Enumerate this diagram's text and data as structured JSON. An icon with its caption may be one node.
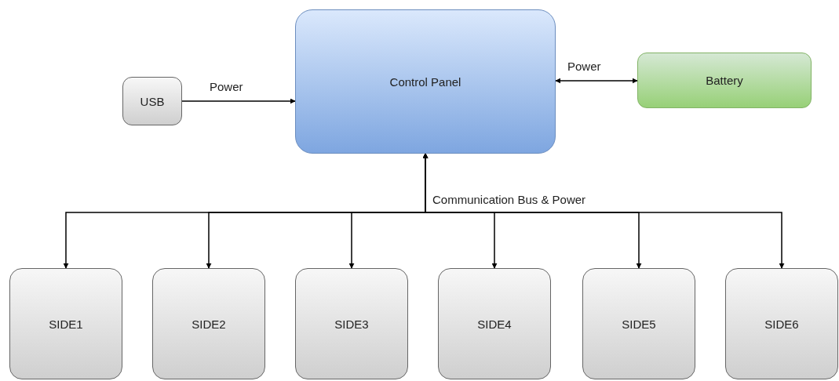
{
  "diagram": {
    "nodes": [
      {
        "text": [
          "USB"
        ]
      },
      {
        "text": [
          "Control Panel"
        ]
      },
      {
        "text": [
          "Battery"
        ]
      },
      {
        "text": [
          "SIDE1"
        ]
      },
      {
        "text": [
          "SIDE2"
        ]
      },
      {
        "text": [
          "SIDE3"
        ]
      },
      {
        "text": [
          "SIDE4"
        ]
      },
      {
        "text": [
          "SIDE5"
        ]
      },
      {
        "text": [
          "SIDE6"
        ]
      }
    ],
    "edges": [
      {
        "from": 0,
        "to": 1,
        "arrow": "to",
        "label": "Power"
      },
      {
        "from": 1,
        "to": 2,
        "arrow": "both",
        "label": "Power"
      },
      {
        "from": 1,
        "to": 3,
        "arrow": "both",
        "label": "Communication Bus & Power"
      },
      {
        "from": 1,
        "to": 4,
        "arrow": "both"
      },
      {
        "from": 1,
        "to": 5,
        "arrow": "both"
      },
      {
        "from": 1,
        "to": 6,
        "arrow": "both"
      },
      {
        "from": 1,
        "to": 7,
        "arrow": "both"
      },
      {
        "from": 1,
        "to": 8,
        "arrow": "both"
      }
    ]
  }
}
